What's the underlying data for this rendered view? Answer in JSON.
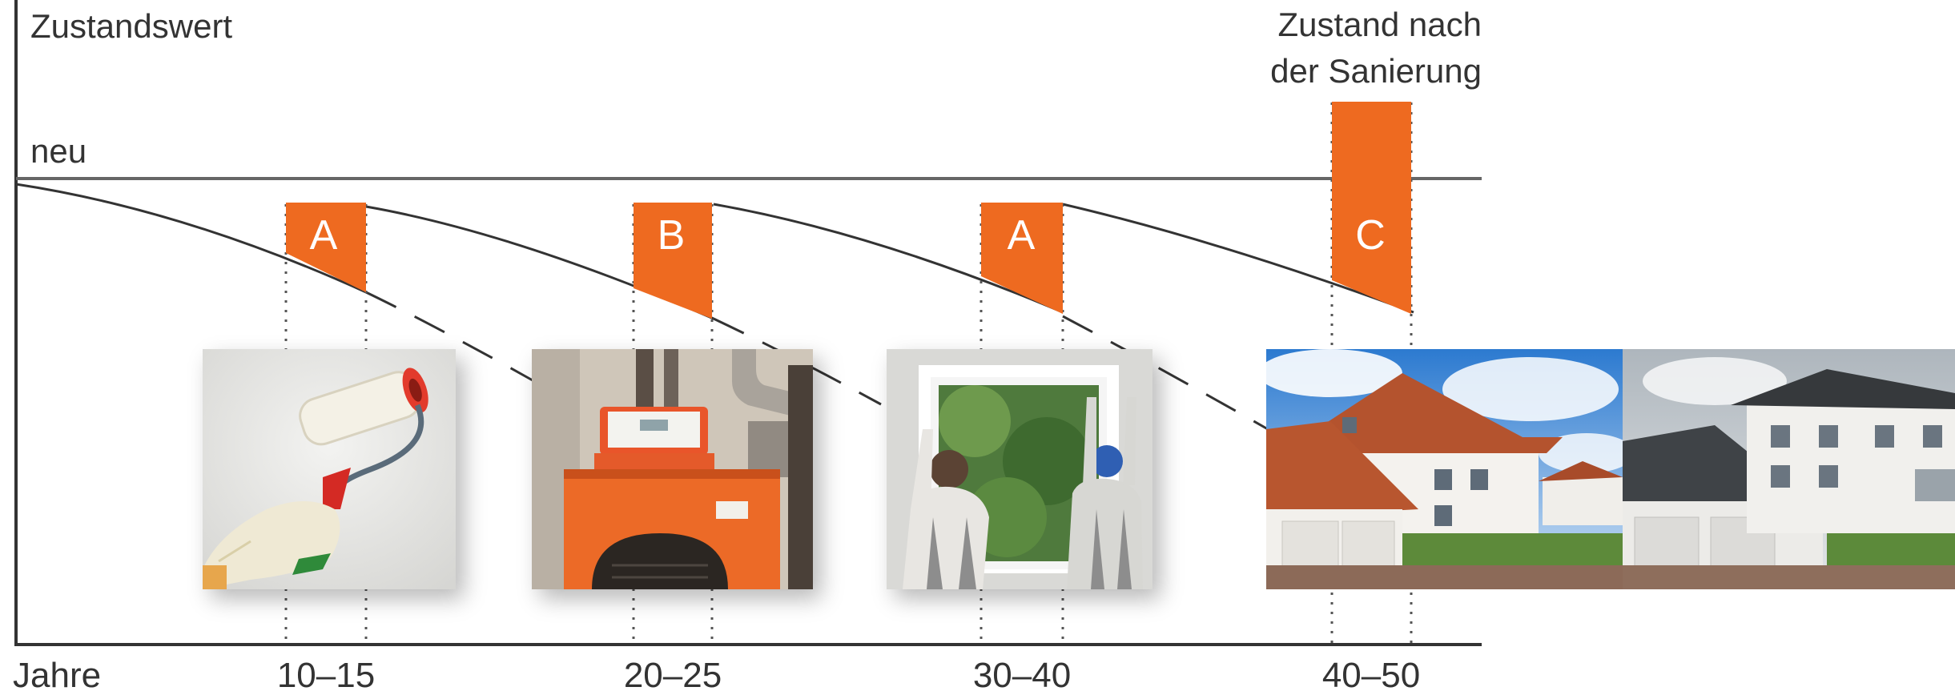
{
  "labels": {
    "y_axis": "Zustandswert",
    "new_level": "neu",
    "after_renovation_line1": "Zustand nach",
    "after_renovation_line2": "der Sanierung",
    "x_axis": "Jahre"
  },
  "years": [
    "10–15",
    "20–25",
    "30–40",
    "40–50"
  ],
  "markers": [
    {
      "letter": "A",
      "period": "10–15"
    },
    {
      "letter": "B",
      "period": "20–25"
    },
    {
      "letter": "A",
      "period": "30–40"
    },
    {
      "letter": "C",
      "period": "40–50"
    }
  ],
  "photos": [
    {
      "name": "paint-roller-photo",
      "subject": "wall painting with paint roller"
    },
    {
      "name": "heating-boiler-photo",
      "subject": "orange heating boiler"
    },
    {
      "name": "window-installation-photo",
      "subject": "two workers installing a window"
    },
    {
      "name": "house-before-after-photo",
      "subject": "house before and after renovation"
    }
  ],
  "colors": {
    "accent_orange": "#ee6a20",
    "axis": "#333333",
    "text": "#333333"
  }
}
